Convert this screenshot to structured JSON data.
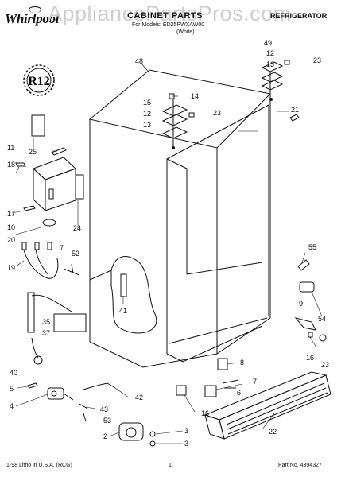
{
  "header": {
    "brand": "Whirlpool",
    "watermark": "AppliancePartsPros.com",
    "title": "CABINET PARTS",
    "model_line": "For Models: ED25PWXAW00",
    "color_line": "(White)",
    "category": "REFRIGERATOR"
  },
  "badge": {
    "text": "R12"
  },
  "callouts": [
    "48",
    "49",
    "12",
    "13",
    "23",
    "14",
    "15",
    "12",
    "13",
    "23",
    "21",
    "11",
    "25",
    "18",
    "17",
    "10",
    "20",
    "24",
    "19",
    "7",
    "52",
    "55",
    "41",
    "54",
    "9",
    "16",
    "23",
    "35",
    "37",
    "8",
    "7",
    "6",
    "16",
    "40",
    "5",
    "4",
    "42",
    "43",
    "53",
    "2",
    "3",
    "3",
    "22"
  ],
  "footer": {
    "litho": "1-98 Litho in U.S.A. (RCG)",
    "page_number": "1",
    "part_number": "Part No. 4394327"
  }
}
